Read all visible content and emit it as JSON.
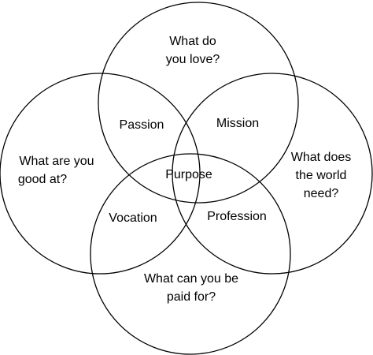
{
  "diagram": {
    "circles": {
      "top": {
        "line1": "What do",
        "line2": "you love?"
      },
      "left": {
        "line1": "What are you",
        "line2": "good at?"
      },
      "right": {
        "line1": "What does",
        "line2": "the world",
        "line3": "need?"
      },
      "bottom": {
        "line1": "What can you be",
        "line2": "paid for?"
      }
    },
    "overlaps": {
      "passion": "Passion",
      "mission": "Mission",
      "vocation": "Vocation",
      "profession": "Profession",
      "center": "Purpose"
    },
    "colors": {
      "stroke": "#000000",
      "background": "#ffffff",
      "text": "#000000"
    }
  }
}
